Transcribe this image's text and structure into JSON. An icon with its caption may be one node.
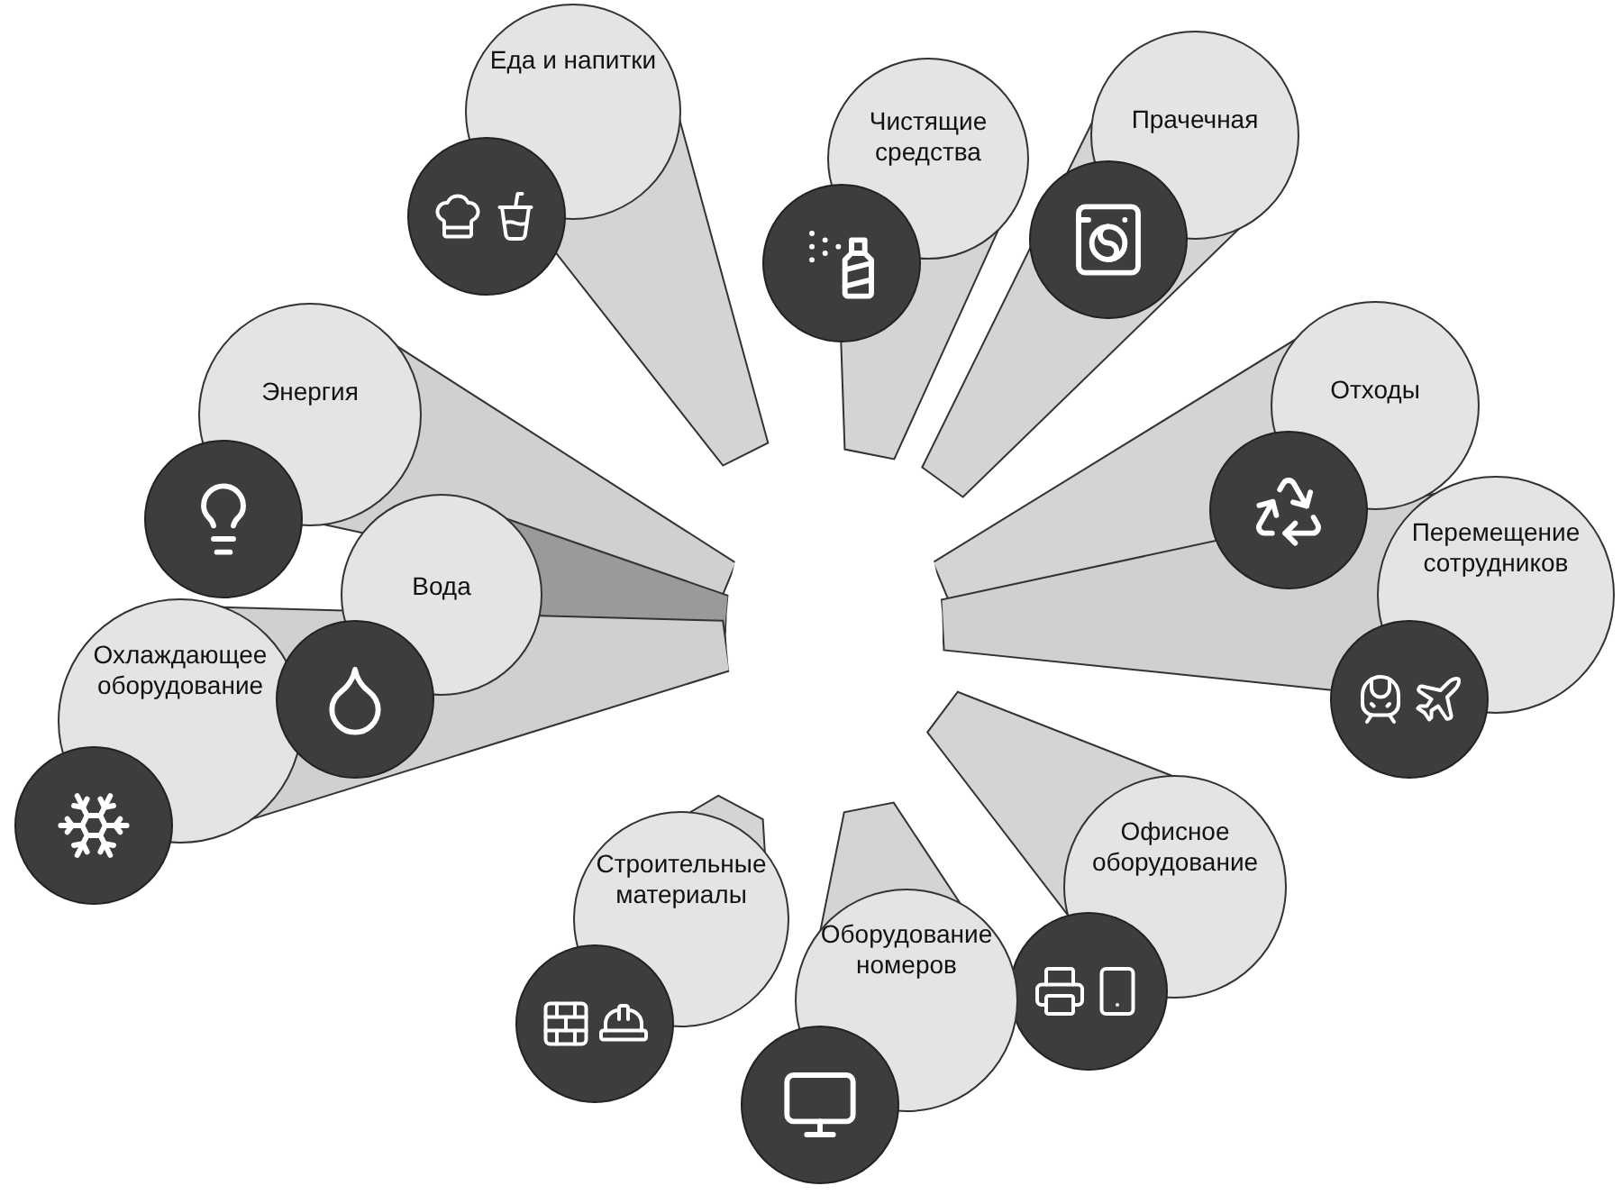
{
  "diagram": {
    "nodes": [
      {
        "text": [
          "Еда и напитки"
        ]
      },
      {
        "text": [
          "Чистящие средства"
        ]
      },
      {
        "text": [
          "Прачечная"
        ]
      },
      {
        "text": [
          "Энергия"
        ]
      },
      {
        "text": [
          "Отходы"
        ]
      },
      {
        "text": [
          "Вода"
        ]
      },
      {
        "text": [
          "Перемещение сотрудников"
        ]
      },
      {
        "text": [
          "Охлаждающее оборудование"
        ]
      },
      {
        "text": [
          "Офисное оборудование"
        ]
      },
      {
        "text": [
          "Строительные материалы"
        ]
      },
      {
        "text": [
          "Оборудование номеров"
        ]
      },
      {
        "text": [],
        "shape": "circle"
      }
    ],
    "edges": [
      {
        "from": 0,
        "to": 11,
        "arrow": "none"
      },
      {
        "from": 1,
        "to": 11,
        "arrow": "none"
      },
      {
        "from": 2,
        "to": 11,
        "arrow": "none"
      },
      {
        "from": 3,
        "to": 11,
        "arrow": "none"
      },
      {
        "from": 4,
        "to": 11,
        "arrow": "none"
      },
      {
        "from": 5,
        "to": 11,
        "arrow": "none"
      },
      {
        "from": 6,
        "to": 11,
        "arrow": "none"
      },
      {
        "from": 7,
        "to": 11,
        "arrow": "none"
      },
      {
        "from": 8,
        "to": 11,
        "arrow": "none"
      },
      {
        "from": 9,
        "to": 11,
        "arrow": "none"
      },
      {
        "from": 10,
        "to": 11,
        "arrow": "none"
      }
    ]
  }
}
